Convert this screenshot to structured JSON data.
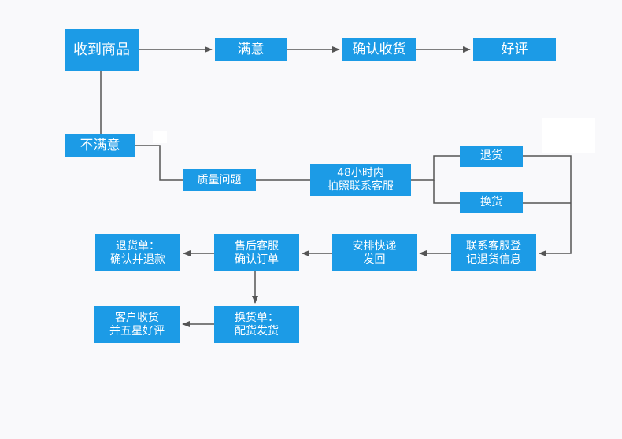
{
  "colors": {
    "node": "#1c9be6",
    "text": "#ffffff",
    "line": "#555555",
    "background": "#f9f9fb"
  },
  "nodes": {
    "received": "收到商品",
    "satisfied": "满意",
    "confirm_receipt": "确认收货",
    "good_review": "好评",
    "unsatisfied": "不满意",
    "quality_issue": "质量问题",
    "photo_contact": {
      "line1": "48小时内",
      "line2": "拍照联系客服"
    },
    "return": "退货",
    "exchange": "换货",
    "register": {
      "line1": "联系客服登",
      "line2": "记退货信息"
    },
    "ship_back": {
      "line1": "安排快递",
      "line2": "发回"
    },
    "after_sales": {
      "line1": "售后客服",
      "line2": "确认订单"
    },
    "refund_order": {
      "line1": "退货单：",
      "line2": "确认并退款"
    },
    "exchange_order": {
      "line1": "换货单：",
      "line2": "配货发货"
    },
    "customer_review": {
      "line1": "客户收货",
      "line2": "并五星好评"
    }
  }
}
